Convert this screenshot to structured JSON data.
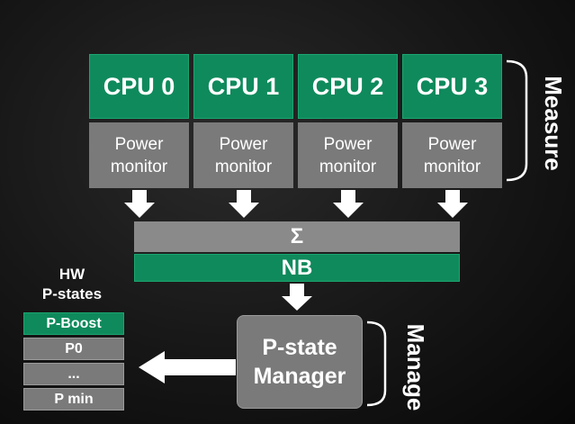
{
  "cpus": [
    {
      "label": "CPU 0",
      "monitor_line1": "Power",
      "monitor_line2": "monitor"
    },
    {
      "label": "CPU 1",
      "monitor_line1": "Power",
      "monitor_line2": "monitor"
    },
    {
      "label": "CPU 2",
      "monitor_line1": "Power",
      "monitor_line2": "monitor"
    },
    {
      "label": "CPU 3",
      "monitor_line1": "Power",
      "monitor_line2": "monitor"
    }
  ],
  "sum_label": "Σ",
  "nb_label": "NB",
  "measure_label": "Measure",
  "manage_label": "Manage",
  "hw_pstates": {
    "title_line1": "HW",
    "title_line2": "P-states",
    "states": [
      "P-Boost",
      "P0",
      "...",
      "P min"
    ]
  },
  "manager": {
    "line1": "P-state",
    "line2": "Manager"
  },
  "colors": {
    "green": "#0f8a5c",
    "gray": "#7a7a7a",
    "background": "#161616"
  }
}
